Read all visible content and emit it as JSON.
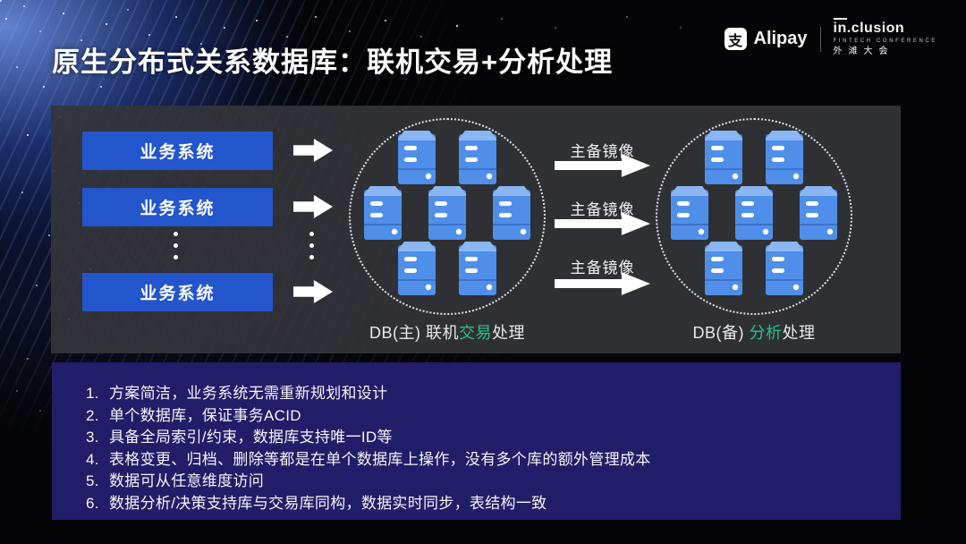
{
  "title": "原生分布式关系数据库：联机交易+分析处理",
  "brand": {
    "alipay_mark": "支",
    "alipay_label": "Alipay",
    "inclusion_name_over": "in",
    "inclusion_name_rest": ".clusion",
    "inclusion_sub": "FINTECH CONFERENCE",
    "inclusion_cn": "外滩大会"
  },
  "diagram": {
    "source_boxes": [
      "业务系统",
      "业务系统",
      "业务系统"
    ],
    "mirror_labels": [
      "主备镜像",
      "主备镜像",
      "主备镜像"
    ],
    "primary_cluster": {
      "label_prefix": "DB(主) 联机",
      "label_highlight": "交易",
      "label_suffix": "处理",
      "server_count": 7
    },
    "standby_cluster": {
      "label_prefix": "DB(备) ",
      "label_highlight": "分析",
      "label_suffix": "处理",
      "server_count": 7
    }
  },
  "notes": {
    "items": [
      {
        "num": "1.",
        "text": "方案简洁，业务系统无需重新规划和设计"
      },
      {
        "num": "2.",
        "text": "单个数据库，保证事务ACID"
      },
      {
        "num": "3.",
        "text": "具备全局索引/约束，数据库支持唯一ID等"
      },
      {
        "num": "4.",
        "text": "表格变更、归档、删除等都是在单个数据库上操作，没有多个库的额外管理成本"
      },
      {
        "num": "5.",
        "text": "数据可从任意维度访问"
      },
      {
        "num": "6.",
        "text": "数据分析/决策支持库与交易库同构，数据实时同步，表结构一致"
      }
    ]
  },
  "colors": {
    "accent_blue": "#2355cd",
    "server_blue": "#4f8fe9",
    "server_top": "#8ab6f3",
    "highlight_green": "#2ebe8b",
    "notes_bg": "#221d68"
  }
}
